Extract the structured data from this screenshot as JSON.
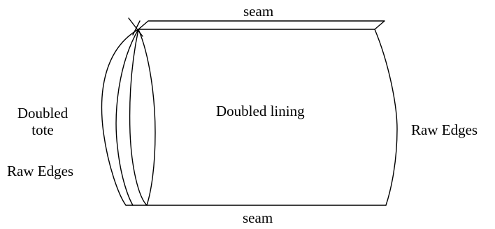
{
  "labels": {
    "seam_top": "seam",
    "seam_bottom": "seam",
    "doubled_tote_line1": "Doubled",
    "doubled_tote_line2": "tote",
    "raw_edges_left": "Raw Edges",
    "doubled_lining": "Doubled lining",
    "raw_edges_right": "Raw Edges"
  },
  "colors": {
    "stroke": "#000000",
    "background": "#ffffff"
  }
}
